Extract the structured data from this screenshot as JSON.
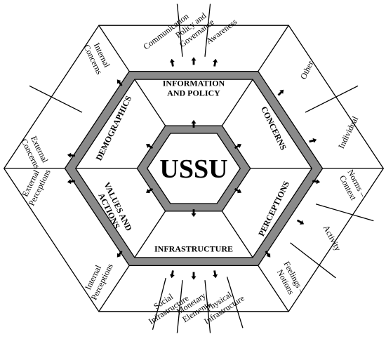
{
  "core": {
    "label": "USSU"
  },
  "sections": [
    {
      "id": "information-and-policy",
      "lines": [
        "INFORMATION",
        "AND POLICY"
      ],
      "items": [
        {
          "id": "awareness",
          "lines": [
            "Awareness"
          ]
        },
        {
          "id": "policy-and-governance",
          "lines": [
            "Policy and",
            "Governance"
          ]
        },
        {
          "id": "communication",
          "lines": [
            "Communication"
          ]
        }
      ]
    },
    {
      "id": "concerns",
      "lines": [
        "CONCERNS"
      ],
      "items": [
        {
          "id": "internal-concerns",
          "lines": [
            "Internal",
            "Concerns"
          ]
        },
        {
          "id": "external-concerns",
          "lines": [
            "External",
            "Concerns"
          ]
        }
      ]
    },
    {
      "id": "perceptions",
      "lines": [
        "PERCEPTIONS"
      ],
      "items": [
        {
          "id": "external-perceptions",
          "lines": [
            "External",
            "Perceptions"
          ]
        },
        {
          "id": "internal-perceptions",
          "lines": [
            "Internal",
            "Perceptions"
          ]
        }
      ]
    },
    {
      "id": "infrastructure",
      "lines": [
        "INFRASTRUCTURE"
      ],
      "items": [
        {
          "id": "social-infrastructure",
          "lines": [
            "Social",
            "Infrastructure"
          ]
        },
        {
          "id": "monetary-elements",
          "lines": [
            "Monetary",
            "Elements"
          ]
        },
        {
          "id": "physical-infrastructure",
          "lines": [
            "Physical",
            "Infrastructure"
          ]
        }
      ]
    },
    {
      "id": "values-and-actions",
      "lines": [
        "VALUES AND",
        "ACTIONS"
      ],
      "items": [
        {
          "id": "feelings-notions",
          "lines": [
            "Feelings –",
            "Notions"
          ]
        },
        {
          "id": "activity",
          "lines": [
            "Activity"
          ]
        },
        {
          "id": "norms-context",
          "lines": [
            "Norms –",
            "Context"
          ]
        }
      ]
    },
    {
      "id": "demographics",
      "lines": [
        "DEMOGRAPHICS"
      ],
      "items": [
        {
          "id": "individual",
          "lines": [
            "Individual"
          ]
        },
        {
          "id": "other",
          "lines": [
            "Other"
          ]
        }
      ]
    }
  ],
  "colors": {
    "background": "#ffffff",
    "line": "#000000",
    "band": "#8a8a8a",
    "arrow": "#000000",
    "text": "#000000"
  }
}
